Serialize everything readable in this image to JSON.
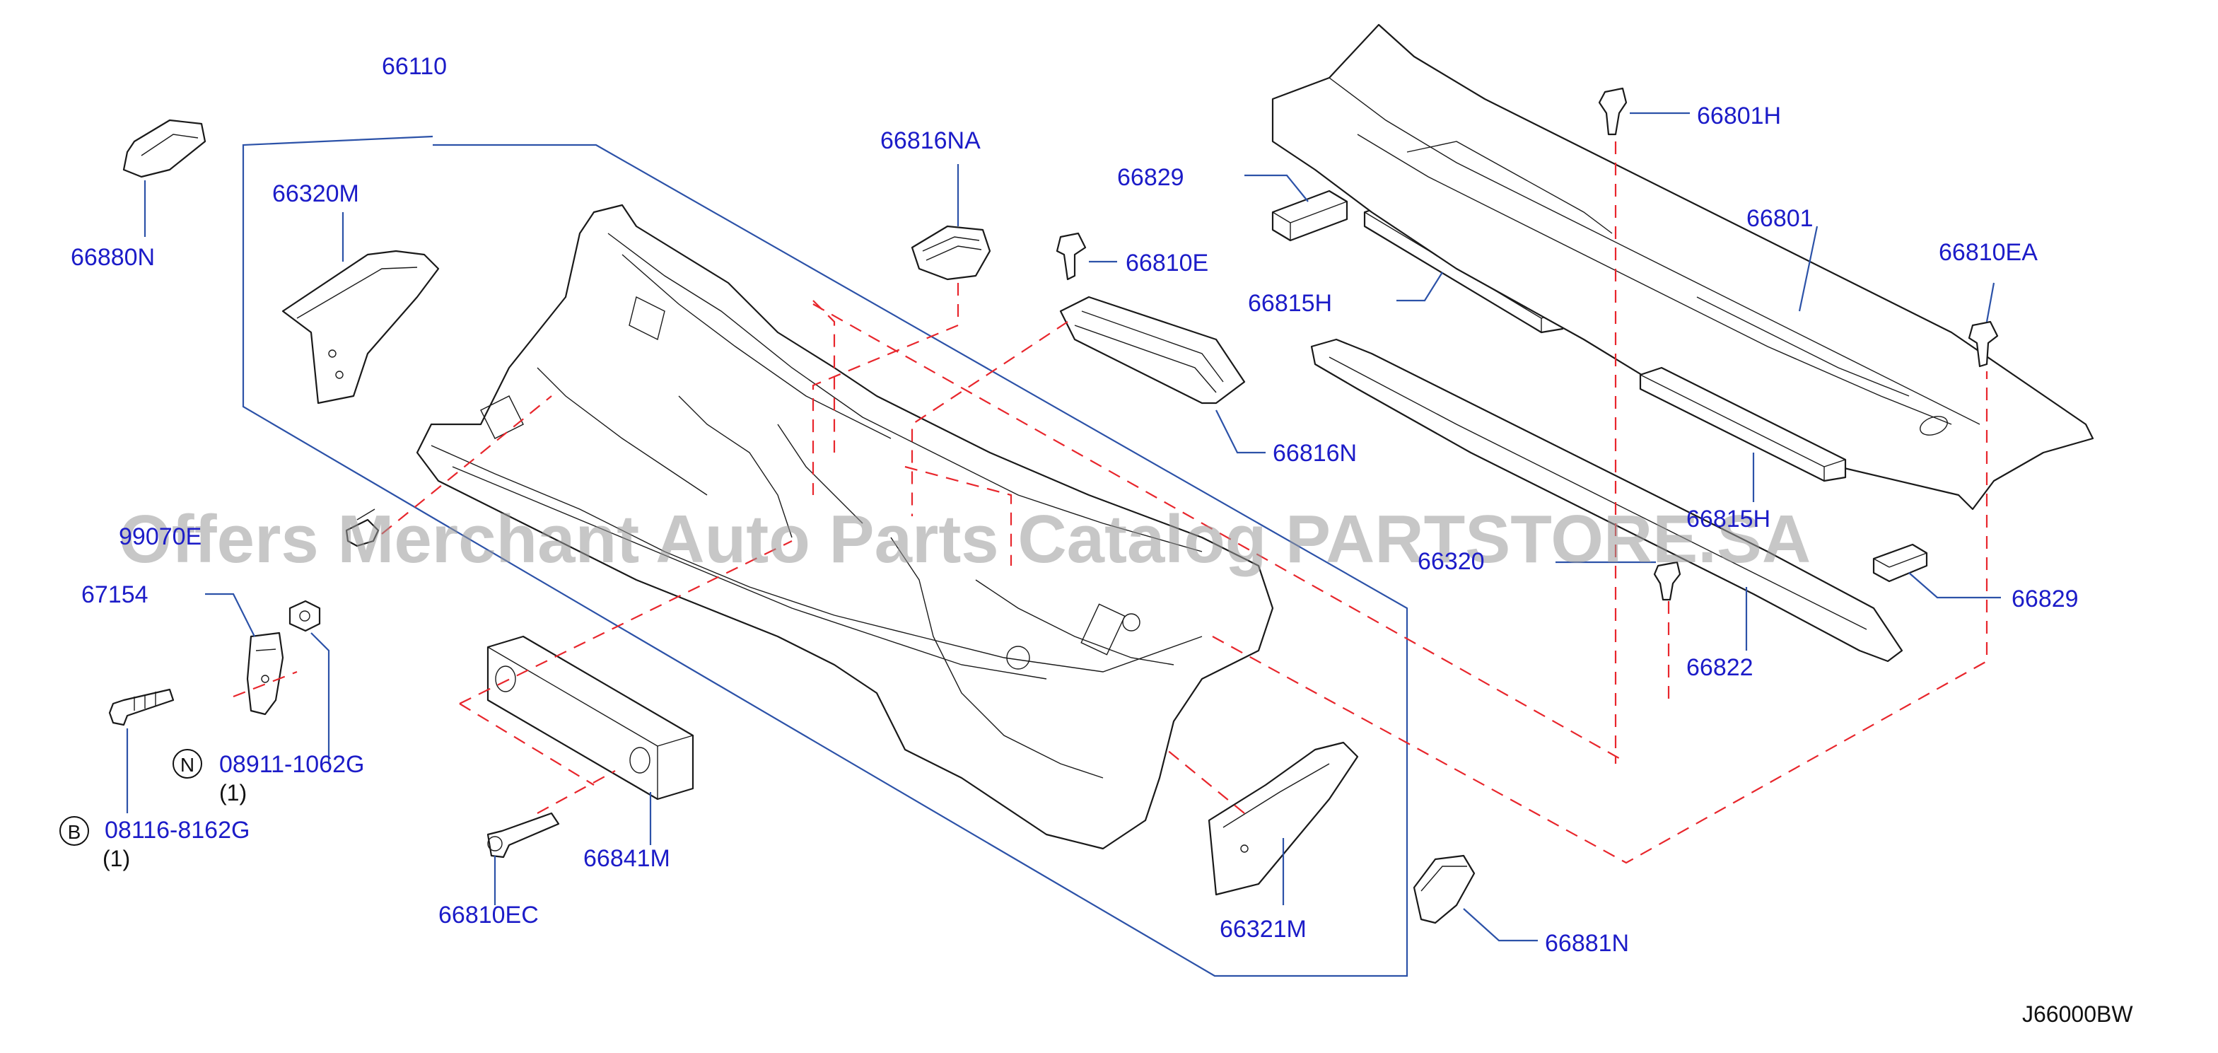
{
  "diagram": {
    "watermark": "Offers Merchant Auto Parts Catalog PARTSTORE.SA",
    "diagram_code": "J66000BW",
    "parts": {
      "p66110": "66110",
      "p66880N": "66880N",
      "p66320M": "66320M",
      "p66816NA": "66816NA",
      "p66829a": "66829",
      "p66810E": "66810E",
      "p66815H": "66815H",
      "p66816N": "66816N",
      "p66801H": "66801H",
      "p66801": "66801",
      "p66810EA": "66810EA",
      "p66815H_partial": "66815H",
      "p66829b": "66829",
      "p66822": "66822",
      "p66320_partial": "66320",
      "p99070E_partial": "99070E",
      "p67154": "67154",
      "p08911": "08911-1062G",
      "p08911_qty": "(1)",
      "p08116": "08116-8162G",
      "p08116_qty": "(1)",
      "p66841M": "66841M",
      "p66810EC": "66810EC",
      "p66321M": "66321M",
      "p66881N": "66881N"
    },
    "badges": {
      "n": "N",
      "b": "B"
    },
    "colors": {
      "label_blue": "#1c1cc8",
      "leader_blue": "#2c52a8",
      "dash_red": "#e8262c",
      "line_black": "#1a1a1a"
    }
  }
}
